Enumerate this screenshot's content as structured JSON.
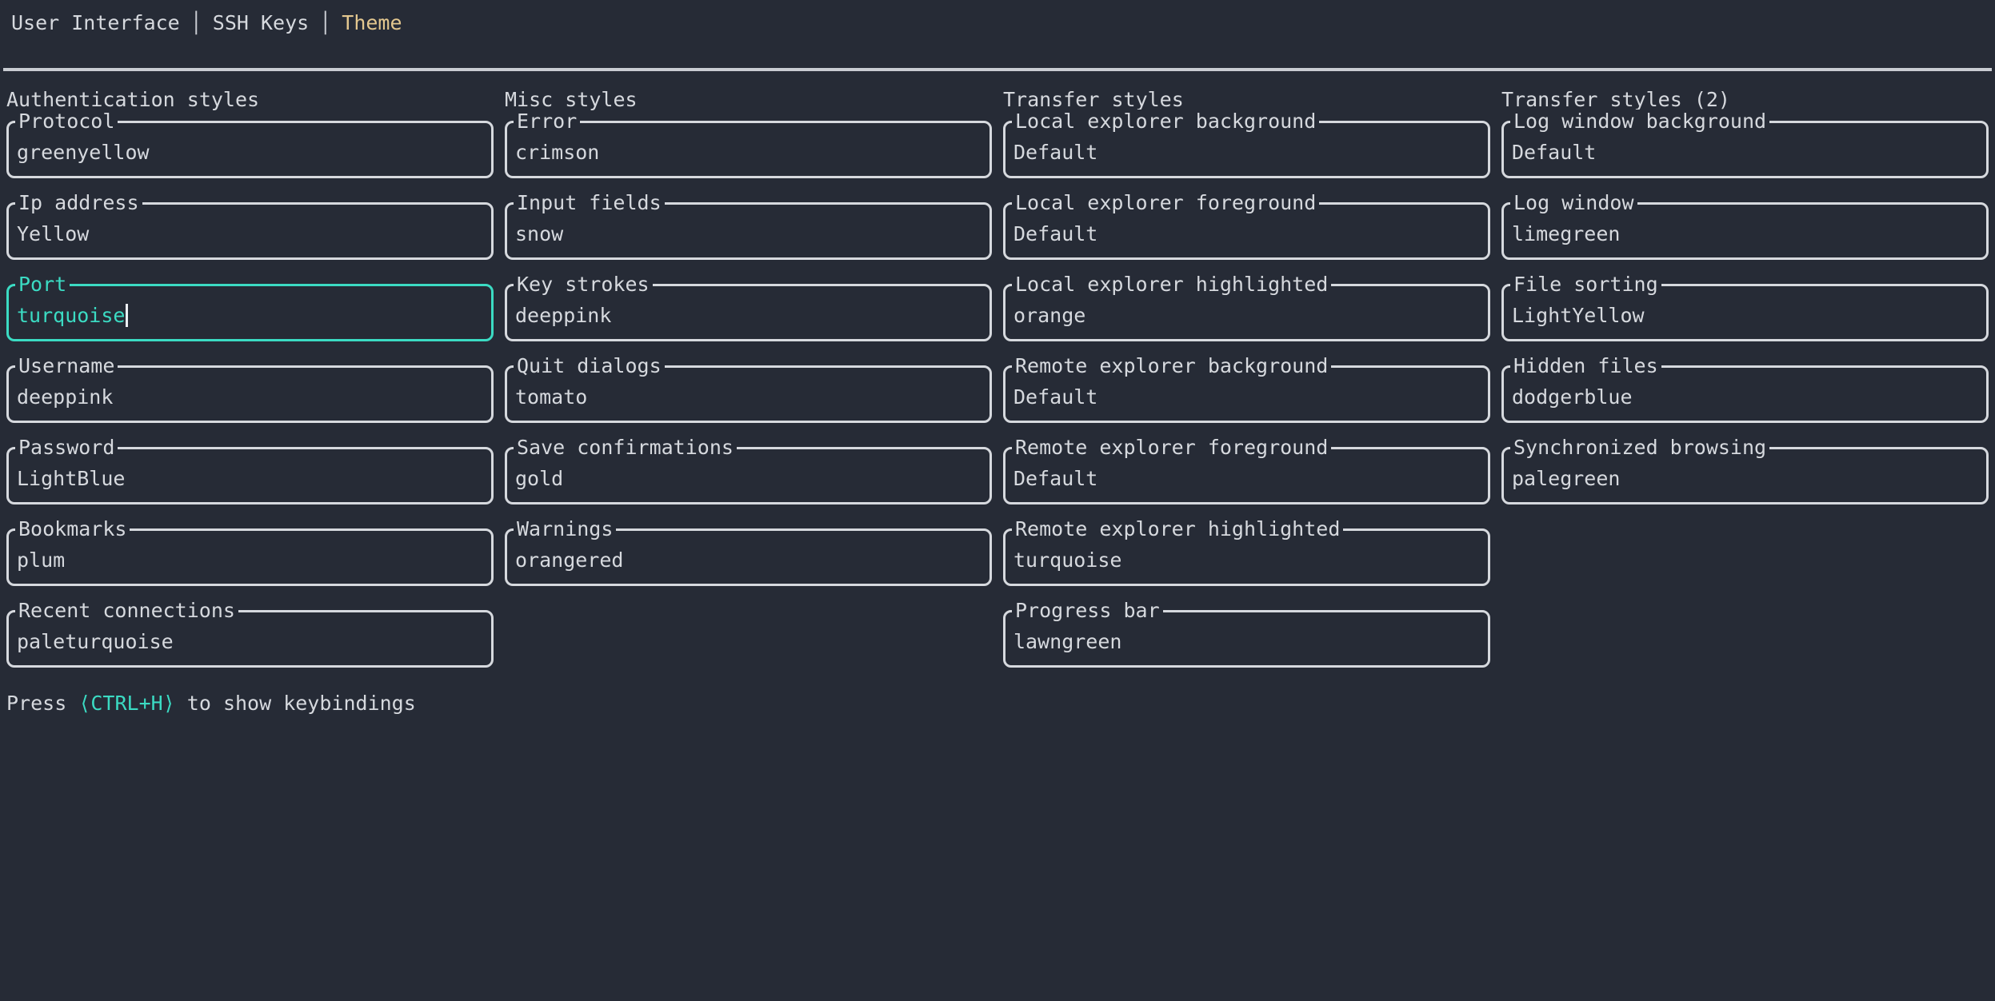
{
  "tabs": {
    "divider": "│",
    "items": [
      {
        "label": "User Interface",
        "active": false
      },
      {
        "label": "SSH Keys",
        "active": false
      },
      {
        "label": "Theme",
        "active": true
      }
    ]
  },
  "sections": [
    {
      "title": "Authentication styles",
      "fields": [
        {
          "label": "Protocol",
          "value": "greenyellow"
        },
        {
          "label": "Ip address",
          "value": "Yellow"
        },
        {
          "label": "Port",
          "value": "turquoise",
          "focused": true
        },
        {
          "label": "Username",
          "value": "deeppink"
        },
        {
          "label": "Password",
          "value": "LightBlue"
        },
        {
          "label": "Bookmarks",
          "value": "plum"
        },
        {
          "label": "Recent connections",
          "value": "paleturquoise"
        }
      ]
    },
    {
      "title": "Misc styles",
      "fields": [
        {
          "label": "Error",
          "value": "crimson"
        },
        {
          "label": "Input fields",
          "value": "snow"
        },
        {
          "label": "Key strokes",
          "value": "deeppink"
        },
        {
          "label": "Quit dialogs",
          "value": "tomato"
        },
        {
          "label": "Save confirmations",
          "value": "gold"
        },
        {
          "label": "Warnings",
          "value": "orangered"
        }
      ]
    },
    {
      "title": "Transfer styles",
      "fields": [
        {
          "label": "Local explorer background",
          "value": "Default"
        },
        {
          "label": "Local explorer foreground",
          "value": "Default"
        },
        {
          "label": "Local explorer highlighted",
          "value": "orange"
        },
        {
          "label": "Remote explorer background",
          "value": "Default"
        },
        {
          "label": "Remote explorer foreground",
          "value": "Default"
        },
        {
          "label": "Remote explorer highlighted",
          "value": "turquoise"
        },
        {
          "label": "Progress bar",
          "value": "lawngreen"
        }
      ]
    },
    {
      "title": "Transfer styles (2)",
      "fields": [
        {
          "label": "Log window background",
          "value": "Default"
        },
        {
          "label": "Log window",
          "value": "limegreen"
        },
        {
          "label": "File sorting",
          "value": "LightYellow"
        },
        {
          "label": "Hidden files",
          "value": "dodgerblue"
        },
        {
          "label": "Synchronized browsing",
          "value": "palegreen"
        }
      ]
    }
  ],
  "footer": {
    "prefix": "Press ",
    "key": "⟨CTRL+H⟩",
    "suffix": " to show keybindings"
  },
  "colors": {
    "background": "#262b36",
    "foreground": "#d6d9de",
    "focused_accent": "#3bdbc3",
    "active_tab": "#e3c78f",
    "cursor": "#eceff4"
  }
}
